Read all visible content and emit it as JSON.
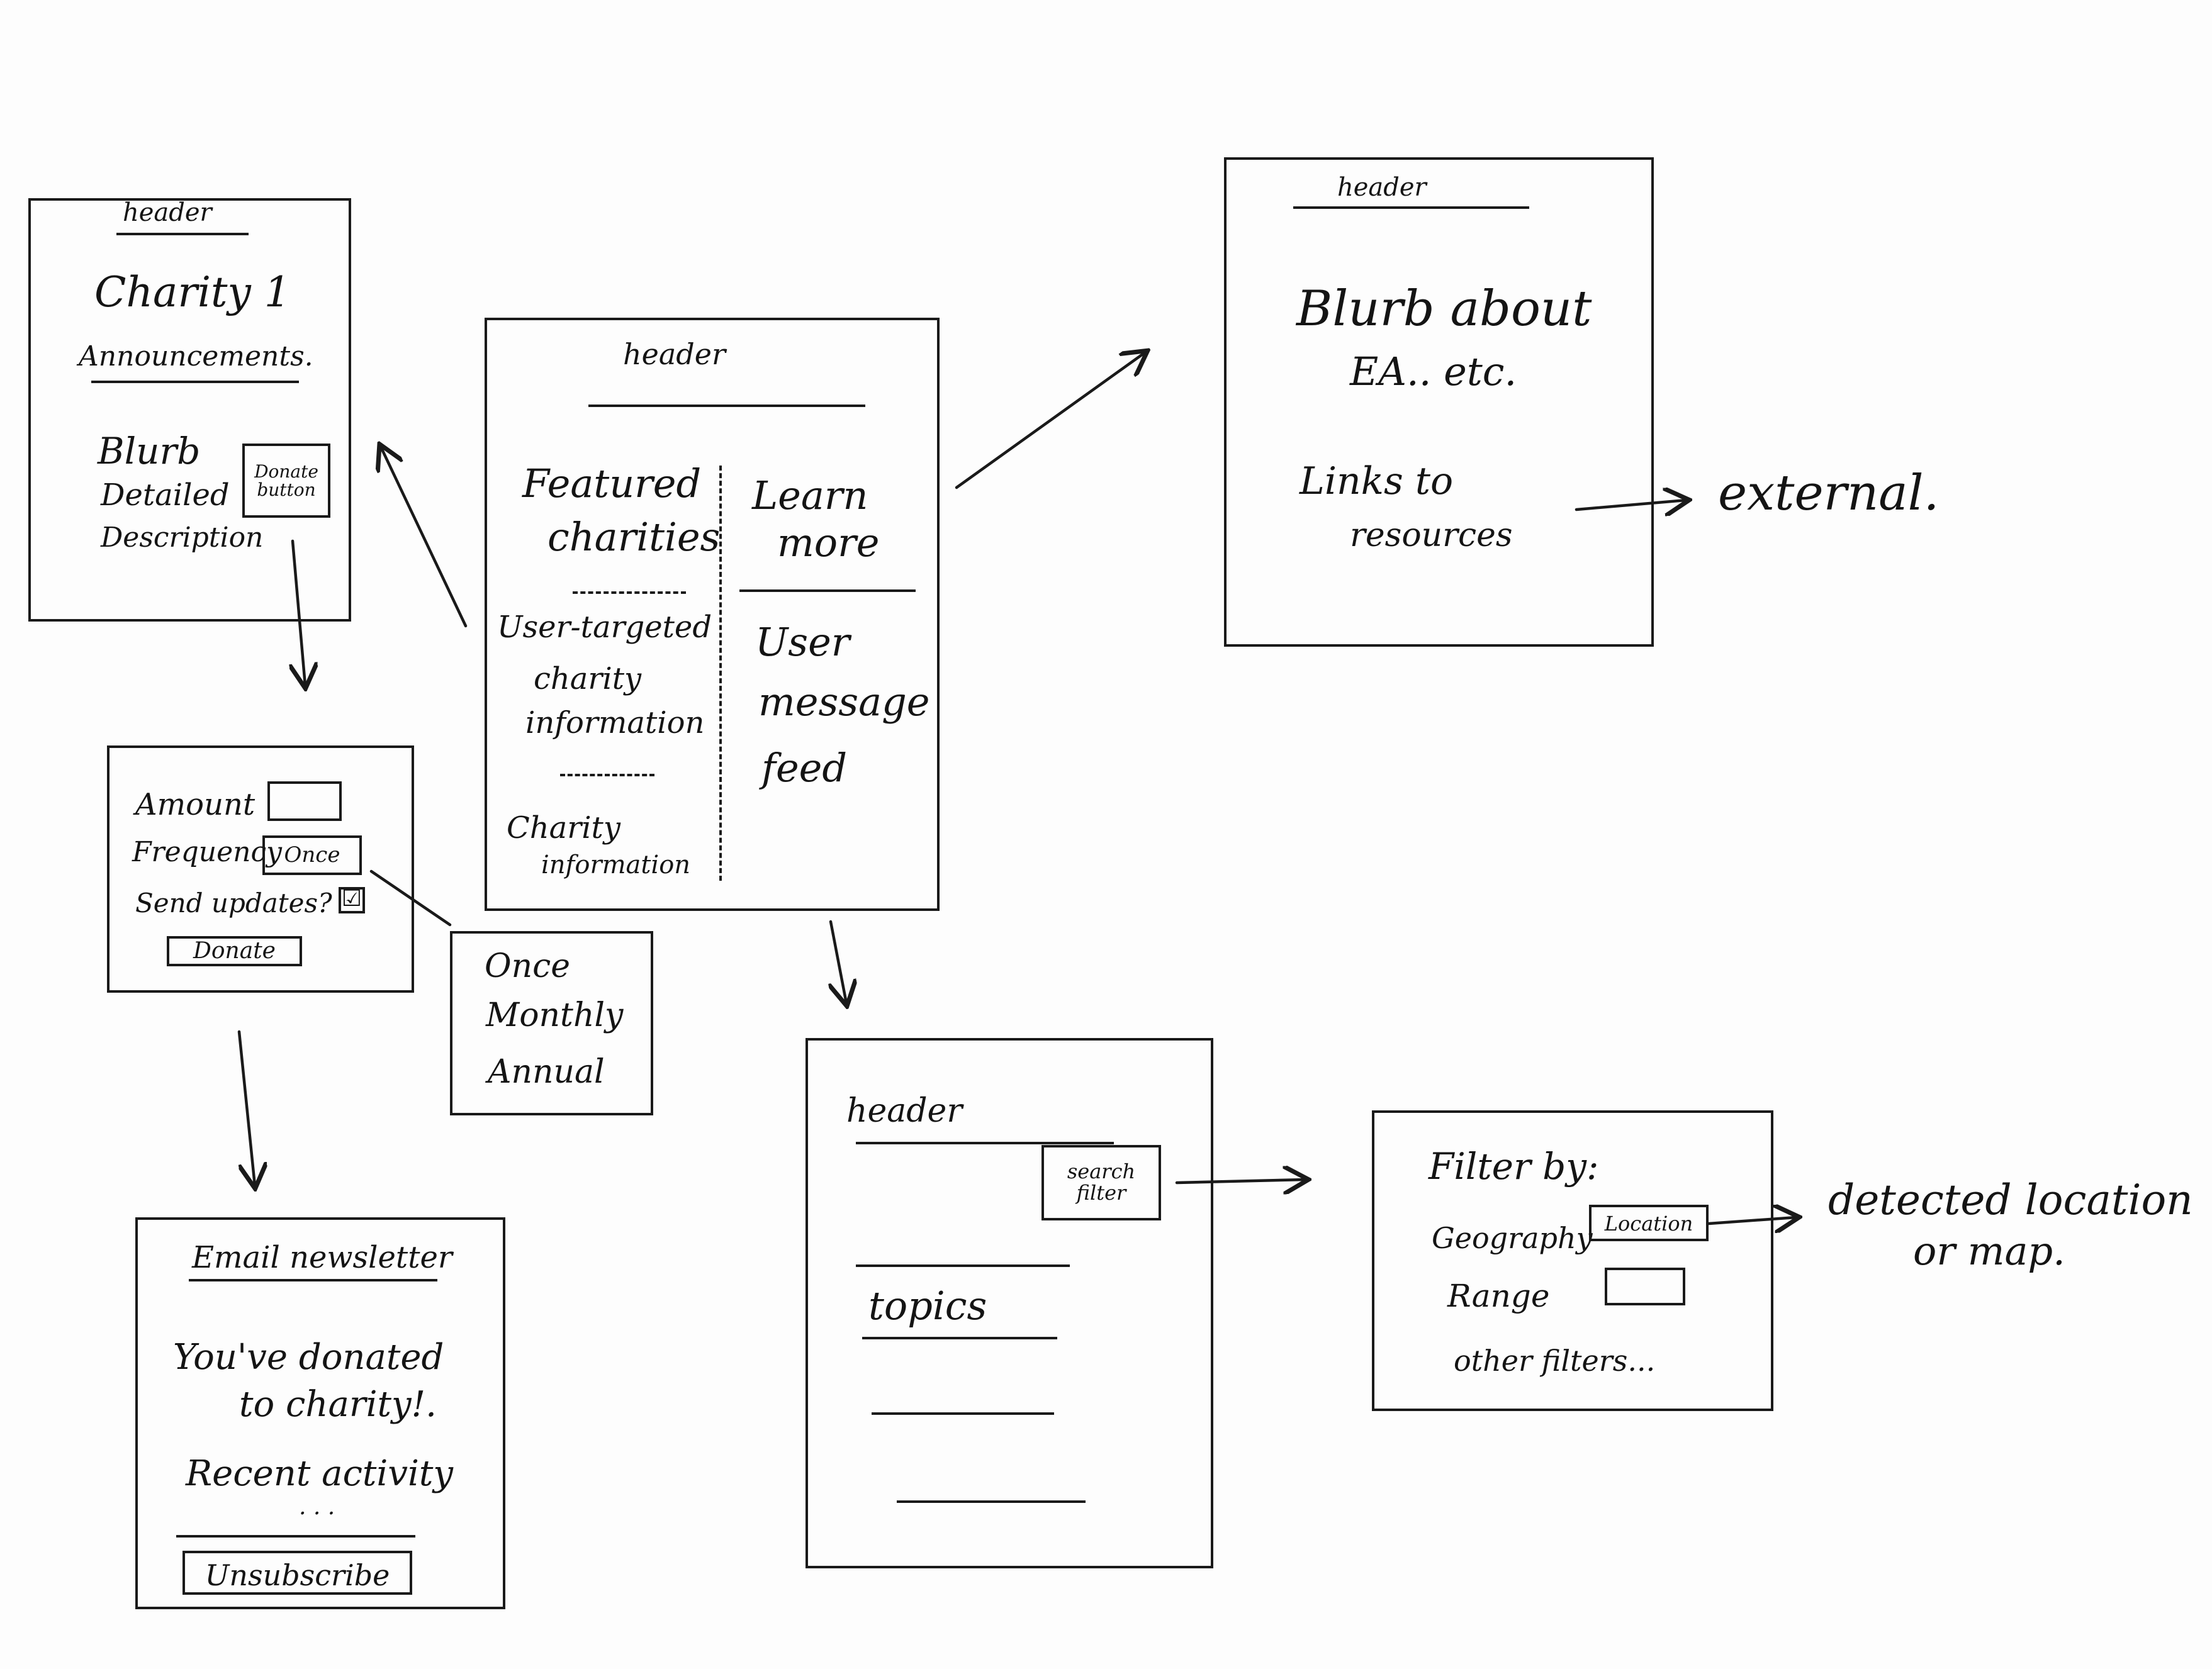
{
  "charity_page": {
    "header": "header",
    "title": "Charity 1",
    "announcements": "Announcements.",
    "blurb": "Blurb",
    "detailed": "Detailed",
    "description": "Description",
    "donate_button": "Donate button"
  },
  "home_page": {
    "header": "header",
    "featured_1": "Featured",
    "featured_2": "charities",
    "learn_1": "Learn",
    "learn_2": "more",
    "targeted_1": "User-targeted",
    "targeted_2": "charity",
    "targeted_3": "information",
    "charity_info_1": "Charity",
    "charity_info_2": "information",
    "feed_1": "User",
    "feed_2": "message",
    "feed_3": "feed"
  },
  "learn_page": {
    "header": "header",
    "blurb_1": "Blurb about",
    "blurb_2": "EA.. etc.",
    "links_1": "Links to",
    "links_2": "resources",
    "external": "external."
  },
  "donate_form": {
    "amount_label": "Amount",
    "frequency_label": "Frequency",
    "frequency_value": "Once",
    "updates_label": "Send updates?",
    "updates_mark": "☑",
    "donate_label": "Donate"
  },
  "frequency_options": [
    "Once",
    "Monthly",
    "Annual"
  ],
  "newsletter": {
    "title": "Email newsletter",
    "line_1": "You've donated",
    "line_2": "to charity!.",
    "recent": "Recent activity",
    "ellipsis": ". . .",
    "unsubscribe": "Unsubscribe"
  },
  "search_page": {
    "header": "header",
    "filter_button": "search filter",
    "topics": "topics"
  },
  "filter_panel": {
    "title": "Filter by:",
    "geography_label": "Geography",
    "location_button": "Location",
    "range_label": "Range",
    "other": "other filters..."
  },
  "map_note": {
    "line_1": "detected location",
    "line_2": "or map."
  }
}
